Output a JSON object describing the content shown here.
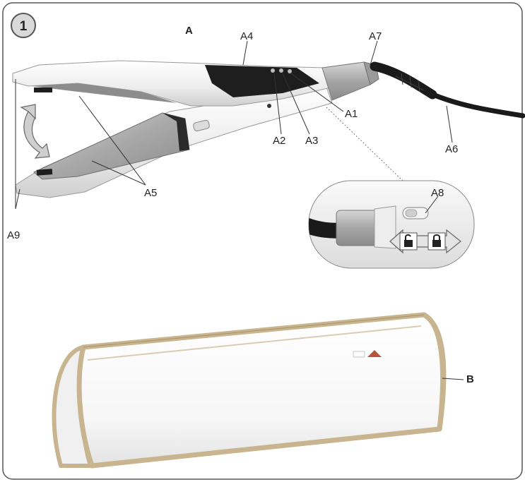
{
  "figure": {
    "number": "1",
    "labels": {
      "A": "A",
      "A1": "A1",
      "A2": "A2",
      "A3": "A3",
      "A4": "A4",
      "A5": "A5",
      "A6": "A6",
      "A7": "A7",
      "A8": "A8",
      "A9": "A9",
      "B": "B"
    }
  },
  "colors": {
    "frame": "#555555",
    "device_white": "#f4f4f4",
    "device_black": "#1e1e1e",
    "plate_gray": "#b8b8b8",
    "cable": "#1a1a1a",
    "pouch_trim": "#c8b48e"
  },
  "icons": [
    "rotate-arrows-icon",
    "unlock-icon",
    "lock-icon"
  ]
}
